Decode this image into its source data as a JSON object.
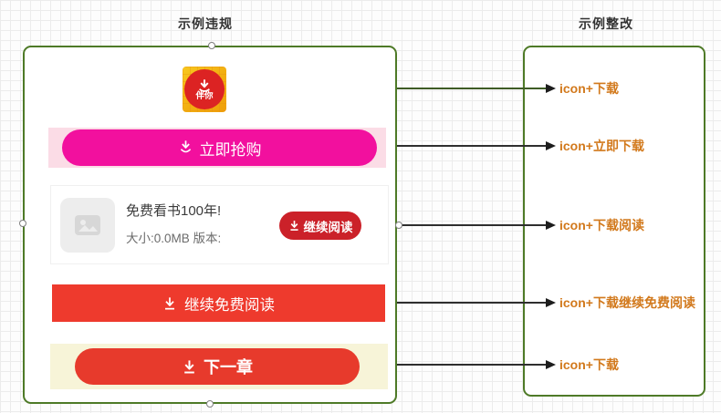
{
  "page": {
    "left_title": "示例违规",
    "right_title": "示例整改"
  },
  "violation_panel": {
    "app_icon": {
      "label": "伴你"
    },
    "buy_button": {
      "label": "立即抢购"
    },
    "card": {
      "title": "免费看书100年!",
      "meta": "大小:0.0MB 版本:",
      "button_label": "继续阅读"
    },
    "free_read_button": {
      "label": "继续免费阅读"
    },
    "next_chapter_button": {
      "label": "下一章"
    }
  },
  "rectification_panel": {
    "labels": [
      "icon+下载",
      "icon+立即下载",
      "icon+下载阅读",
      "icon+下载继续免费阅读",
      "icon+下载"
    ]
  },
  "colors": {
    "panel_border_green": "#4e7a27",
    "magenta_button": "#f2109e",
    "pink_banner": "#fbdce6",
    "red_button": "#ee3a2d",
    "dark_red_pill": "#cb2129",
    "cream_banner": "#f7f4d8",
    "icon_tile_yellow": "#f2ae10",
    "icon_circle_red": "#dc2323",
    "label_orange": "#d2791c",
    "arrow_dark": "#2e2e2e",
    "arrow_green": "#3e5c25"
  }
}
